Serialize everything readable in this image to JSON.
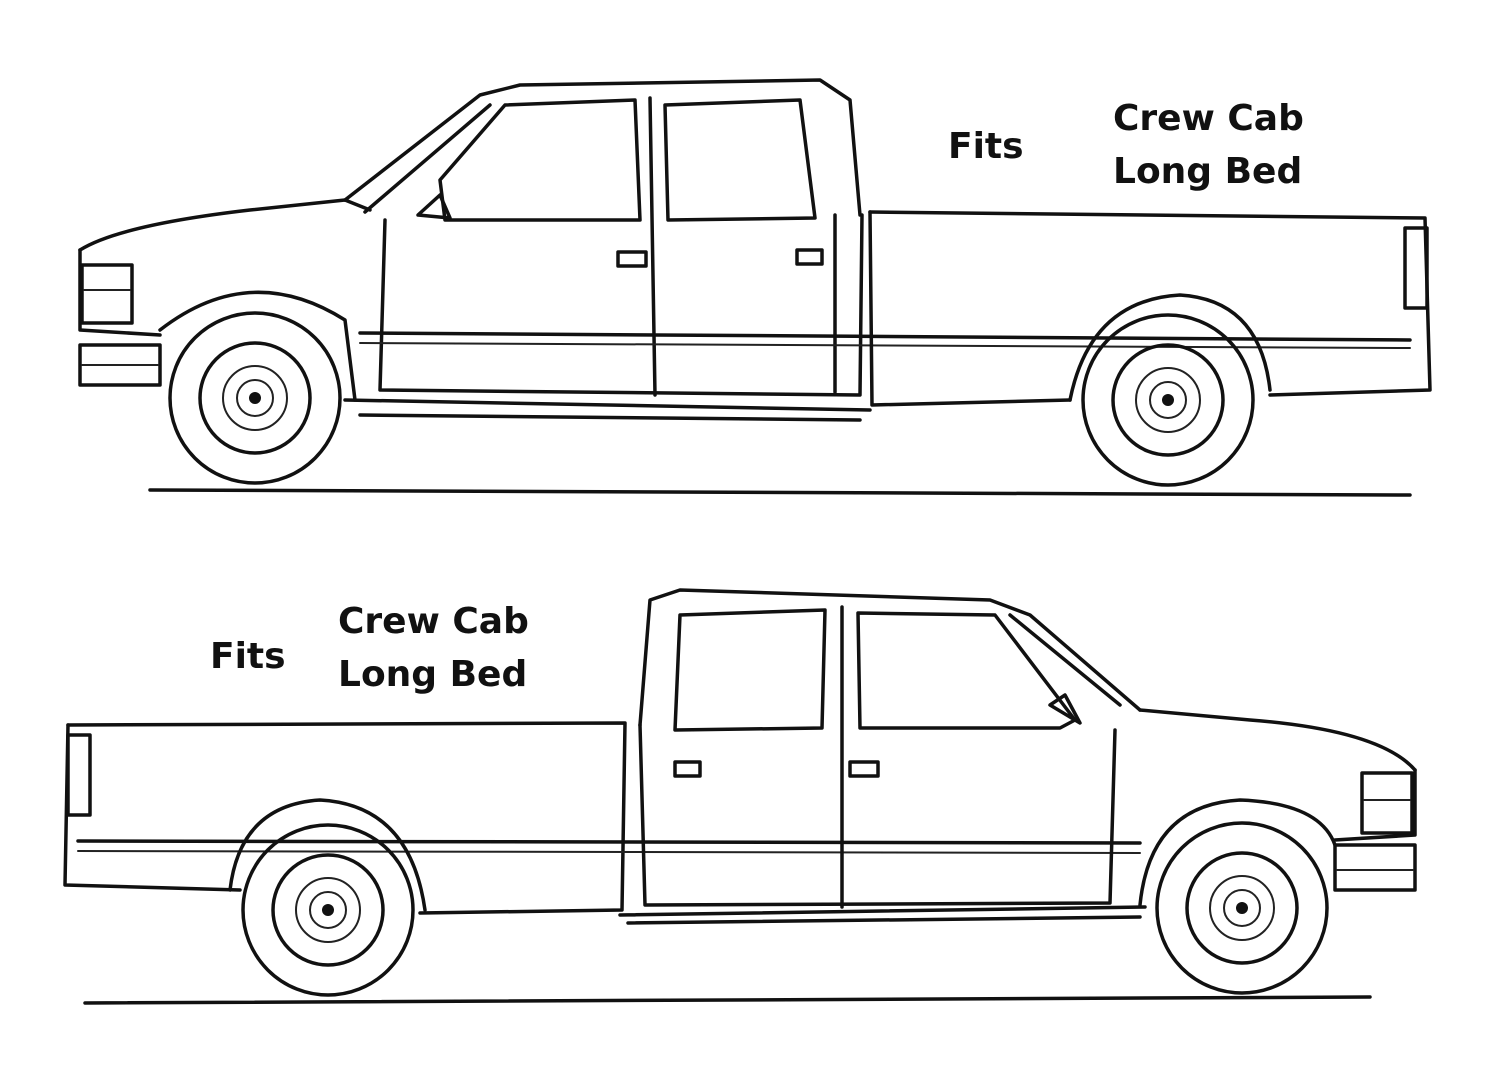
{
  "panels": [
    {
      "view": "side-view-facing-left",
      "fits_label": "Fits",
      "model_line1": "Crew Cab",
      "model_line2": "Long Bed"
    },
    {
      "view": "side-view-facing-right",
      "fits_label": "Fits",
      "model_line1": "Crew Cab",
      "model_line2": "Long Bed"
    }
  ],
  "colors": {
    "line": "#111111",
    "background": "#ffffff"
  }
}
